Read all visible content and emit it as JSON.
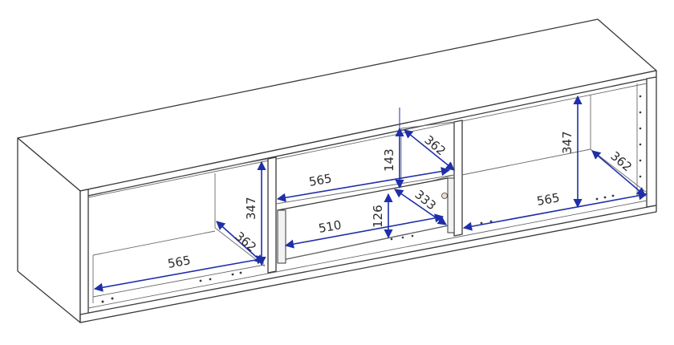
{
  "colors": {
    "dimension": "#1f2fa8",
    "outline": "#3a3a3a",
    "background": "#ffffff"
  },
  "dimensions": {
    "left_width": "565",
    "left_height": "347",
    "left_depth": "362",
    "center_width_top": "565",
    "center_height_top": "143",
    "center_depth_top": "362",
    "center_drawer_width": "510",
    "center_drawer_height": "126",
    "center_drawer_depth": "333",
    "right_width": "565",
    "right_height": "347",
    "right_depth": "362"
  }
}
